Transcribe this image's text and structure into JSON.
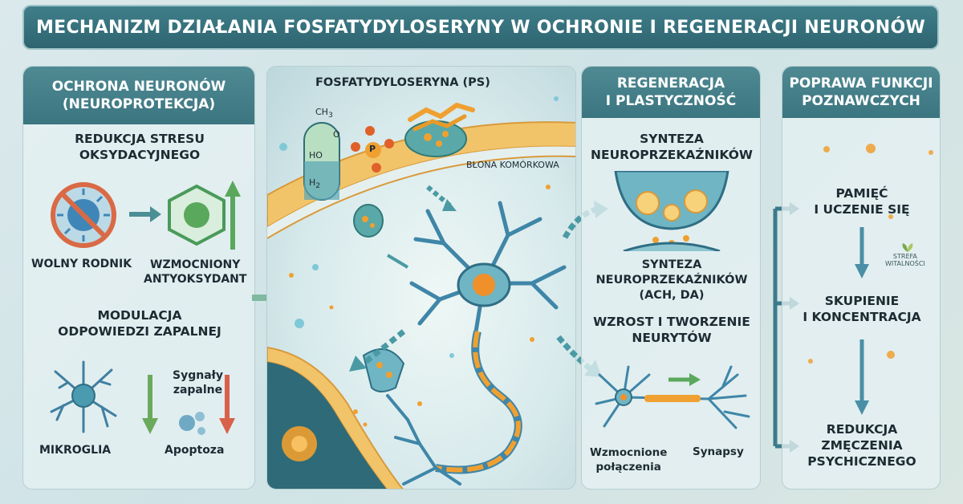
{
  "title": "MECHANIZM DZIAŁANIA FOSFATYDYLOSERYNY W OCHRONIE I REGENERACJI NEURONÓW",
  "left": {
    "header": [
      "OCHRONA NEURONÓW",
      "(NEUROPROTEKCJA)"
    ],
    "oxidative": [
      "REDUKCJA STRESU",
      "OKSYDACYJNEGO"
    ],
    "free_radical": "WOLNY RODNIK",
    "antioxidant": [
      "WZMOCNIONY",
      "ANTYOKSYDANT"
    ],
    "inflammation": [
      "MODULACJA",
      "ODPOWIEDZI ZAPALNEJ"
    ],
    "microglia": "MIKROGLIA",
    "signals": [
      "Sygnały",
      "zapalne"
    ],
    "apoptosis": "Apoptoza"
  },
  "center": {
    "ps_label": "FOSFATYDYLOSERYNA (PS)",
    "membrane_label": "BŁONA KOMÓRKOWA",
    "formula": {
      "ch3": "CH",
      "ch3_sub": "3",
      "ho": "HO",
      "h2": "H",
      "h2_sub": "2",
      "o": "O",
      "p": "P"
    }
  },
  "right1": {
    "header": [
      "REGENERACJA",
      "I PLASTYCZNOŚĆ"
    ],
    "synth1": [
      "SYNTEZA",
      "NEUROPRZEKAŹNIKÓW"
    ],
    "synth2": [
      "SYNTEZA",
      "NEUROPRZEKAŹNIKÓW",
      "(ACH, DA)"
    ],
    "growth": [
      "WZROST I TWORZENIE",
      "NEURYTÓW"
    ],
    "connections": [
      "Wzmocnione",
      "połączenia"
    ],
    "synapses": "Synapsy"
  },
  "right2": {
    "header": [
      "POPRAWA FUNKCJI",
      "POZNAWCZYCH"
    ],
    "memory": [
      "PAMIĘĆ",
      "I UCZENIE SIĘ"
    ],
    "focus": [
      "SKUPIENIE",
      "I KONCENTRACJA"
    ],
    "fatigue": [
      "REDUKCJA",
      "ZMĘCZENIA",
      "PSYCHICZNEGO"
    ],
    "brand": [
      "STREFA",
      "WITALNOŚCI"
    ]
  },
  "colors": {
    "header": "#3b7580",
    "accent_orange": "#f0a030",
    "teal": "#4a9aa3",
    "green_arrow": "#4a9a5a",
    "red_arrow": "#d9604a"
  }
}
